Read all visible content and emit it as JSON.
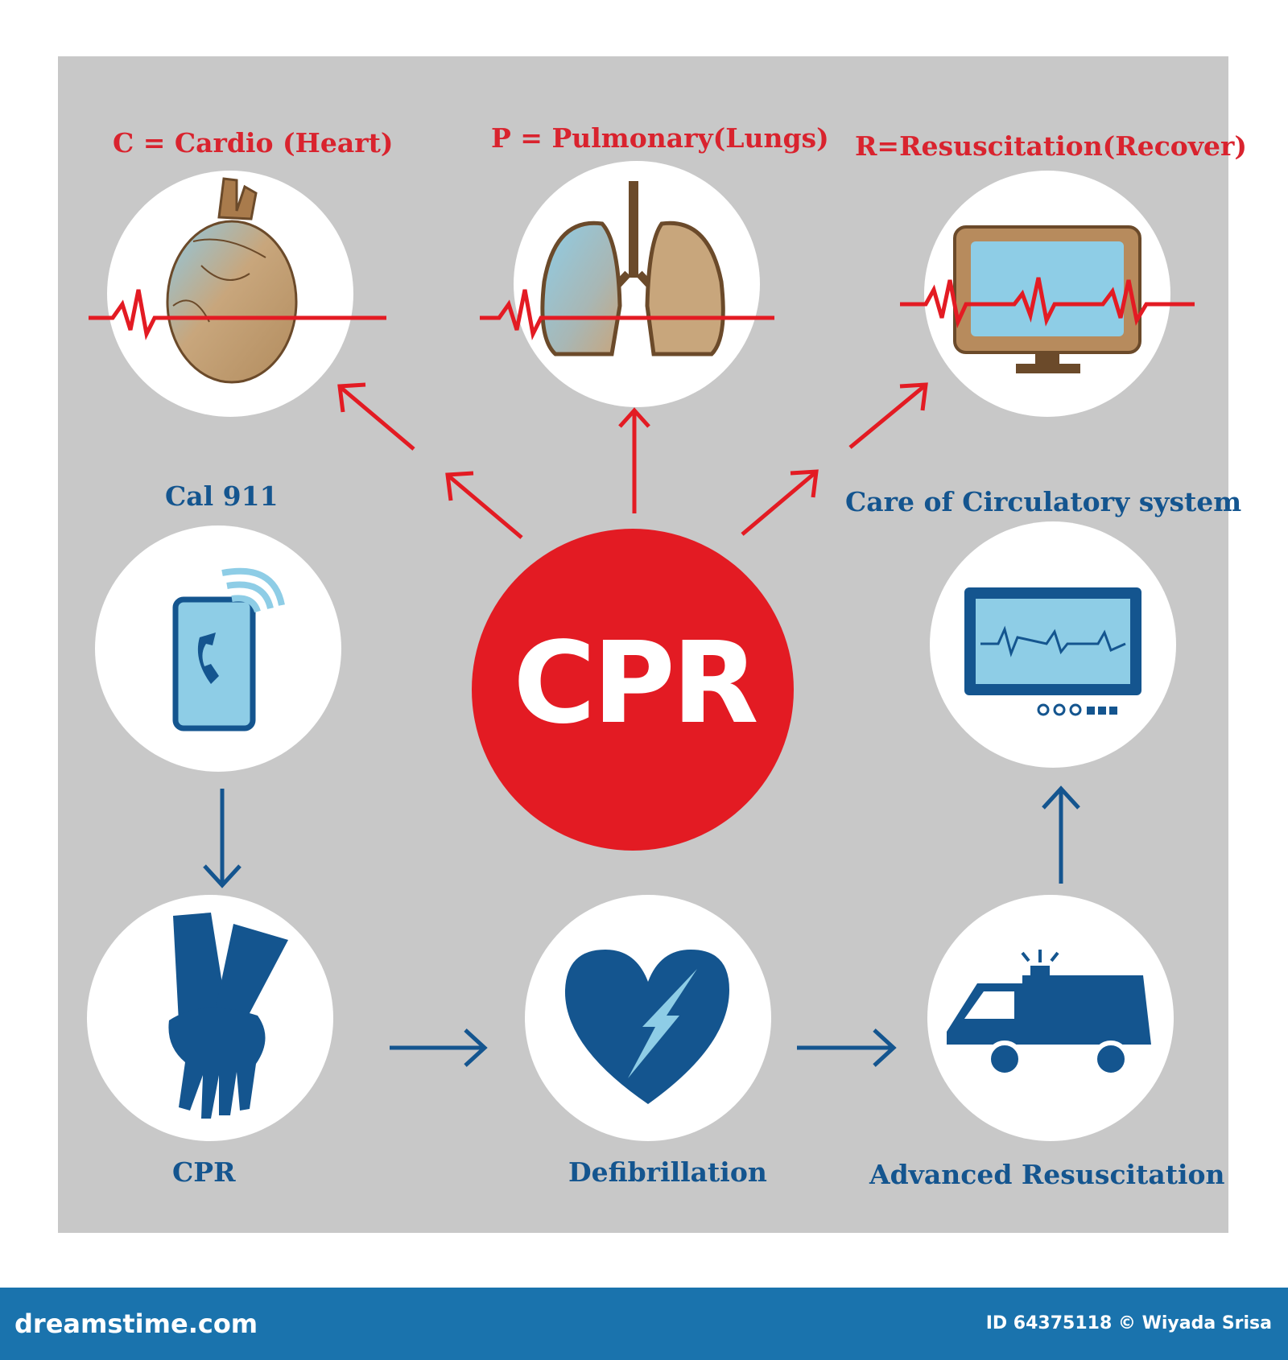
{
  "title": "CPR",
  "top_labels": {
    "cardio": "C = Cardio (Heart)",
    "pulmonary": "P = Pulmonary(Lungs)",
    "resuscitation": "R=Resuscitation(Recover)"
  },
  "steps": {
    "call": "Cal 911",
    "care": "Care of Circulatory system",
    "cpr": "CPR",
    "defib": "Defibrillation",
    "advanced": "Advanced Resuscitation"
  },
  "footer": {
    "brand": "dreamstime.com",
    "id": "ID 64375118 © Wiyada Srisa"
  },
  "colors": {
    "accent_red": "#e31b23",
    "step_blue": "#14558f",
    "panel_gray": "#c8c8c8",
    "footer_blue": "#1a73ad"
  },
  "icons": [
    "heart-icon",
    "lungs-icon",
    "monitor-icon",
    "phone-icon",
    "ecg-monitor-icon",
    "hands-icon",
    "defib-heart-icon",
    "ambulance-icon"
  ]
}
